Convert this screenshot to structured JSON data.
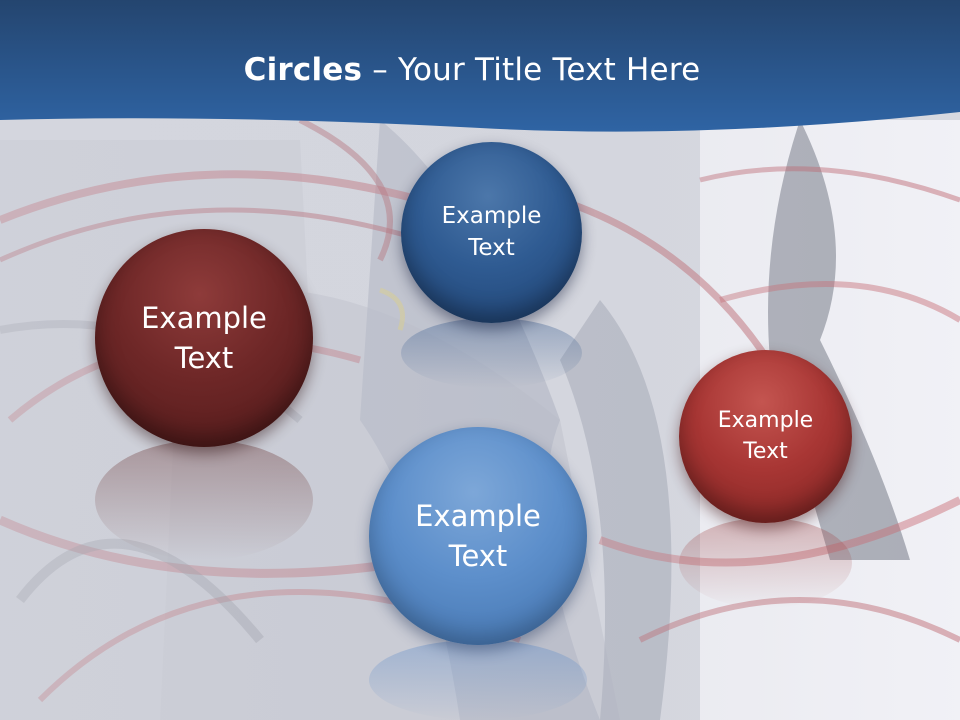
{
  "slide": {
    "title_bold": "Circles",
    "title_rest": " – Your Title Text Here"
  },
  "circles": [
    {
      "label": "Example Text",
      "color": "#6e2727"
    },
    {
      "label": "Example Text",
      "color": "#2f5b92"
    },
    {
      "label": "Example Text",
      "color": "#5d8fcb"
    },
    {
      "label": "Example Text",
      "color": "#a83634"
    }
  ],
  "colors": {
    "header_band": "#2d5d9a",
    "background": "#d8dae2",
    "accent_red": "#c0303a"
  }
}
